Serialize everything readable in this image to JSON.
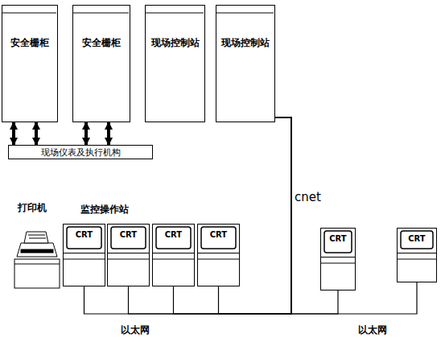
{
  "diagram": {
    "nodes": [
      {
        "text": [
          "安全栅柜"
        ]
      },
      {
        "text": [
          "安全栅柜"
        ]
      },
      {
        "text": [
          "现场控制站"
        ]
      },
      {
        "text": [
          "现场控制站"
        ]
      },
      {
        "text": [
          "现场仪表及执行机构"
        ]
      },
      {
        "text": [
          "CRT"
        ]
      },
      {
        "text": [
          "CRT"
        ]
      },
      {
        "text": [
          "CRT"
        ]
      },
      {
        "text": [
          "CRT"
        ]
      },
      {
        "text": [
          "CRT"
        ]
      },
      {
        "text": [
          "CRT"
        ]
      }
    ],
    "edges": [
      {
        "from": 0,
        "to": 4,
        "arrow": "both"
      },
      {
        "from": 0,
        "to": 4,
        "arrow": "both"
      },
      {
        "from": 1,
        "to": 4,
        "arrow": "both"
      },
      {
        "from": 1,
        "to": 4,
        "arrow": "both"
      },
      {
        "from": 3,
        "to": 5,
        "arrow": "none"
      },
      {
        "from": 3,
        "to": 6,
        "arrow": "none"
      },
      {
        "from": 3,
        "to": 7,
        "arrow": "none"
      },
      {
        "from": 3,
        "to": 8,
        "arrow": "none"
      },
      {
        "from": 3,
        "to": 9,
        "arrow": "none"
      },
      {
        "from": 3,
        "to": 10,
        "arrow": "none"
      }
    ],
    "labels": [
      "打印机",
      "监控操作站",
      "cnet",
      "以太网",
      "以太网"
    ]
  }
}
